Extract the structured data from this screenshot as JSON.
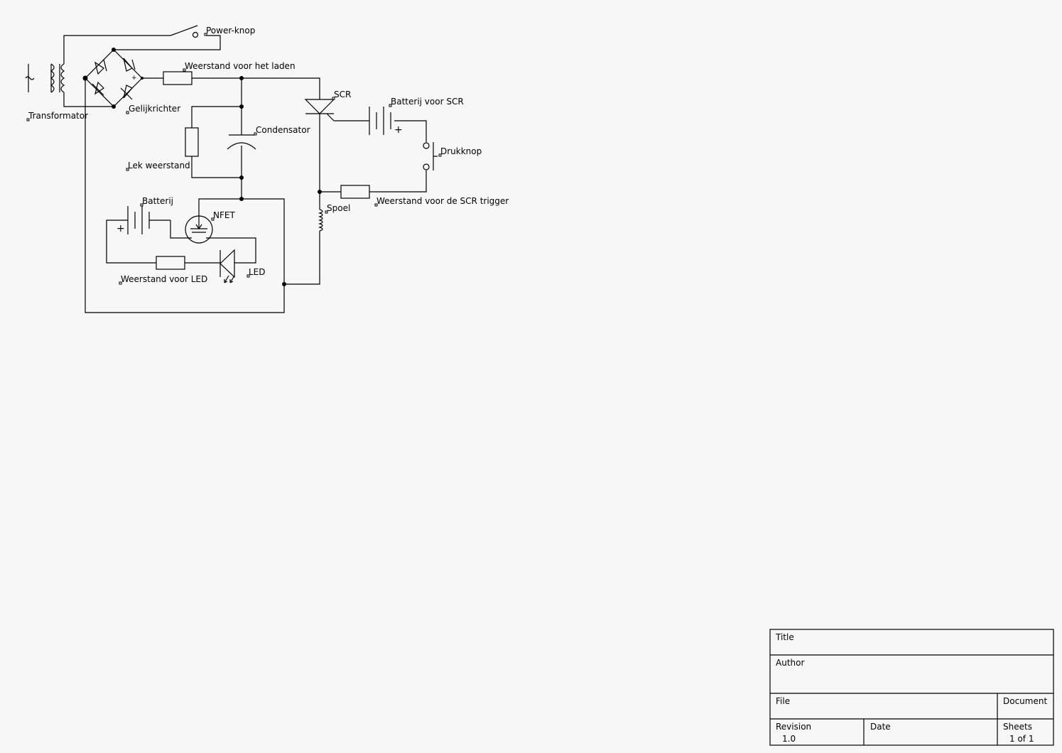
{
  "components": {
    "power_switch": "Power-knop",
    "charge_resistor": "Weerstand voor het laden",
    "transformer": "Transformator",
    "rectifier": "Gelijkrichter",
    "scr": "SCR",
    "scr_battery": "Batterij voor SCR",
    "capacitor": "Condensator",
    "leak_resistor": "Lek weerstand",
    "push_button": "Drukknop",
    "scr_trigger_resistor": "Weerstand voor de SCR trigger",
    "coil": "Spoel",
    "battery": "Batterij",
    "nfet": "NFET",
    "led_resistor": "Weerstand voor LED",
    "led": "LED"
  },
  "symbols": {
    "plus": "+"
  },
  "title_block": {
    "title_label": "Title",
    "title_value": "",
    "author_label": "Author",
    "author_value": "",
    "file_label": "File",
    "file_value": "",
    "document_label": "Document",
    "document_value": "",
    "revision_label": "Revision",
    "revision_value": "1.0",
    "date_label": "Date",
    "date_value": "",
    "sheets_label": "Sheets",
    "sheets_value": "1 of 1"
  }
}
